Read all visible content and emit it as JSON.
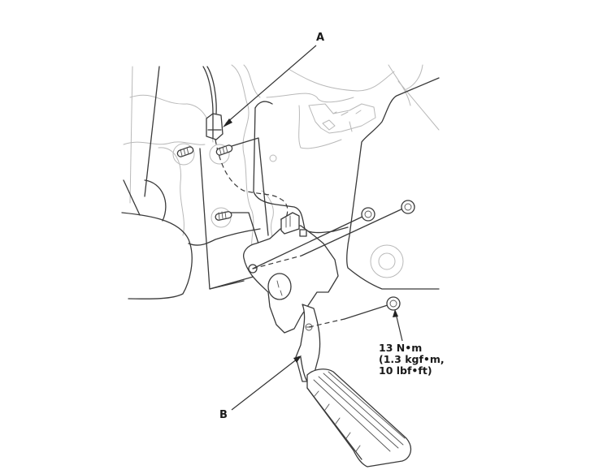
{
  "diagram": {
    "subject": "Accelerator pedal assembly installation",
    "callouts": [
      {
        "id": "A",
        "label": "A",
        "target": "connector"
      },
      {
        "id": "B",
        "label": "B",
        "target": "accelerator-pedal"
      }
    ],
    "torque_spec": {
      "line1": "13 N•m",
      "line2": "(1.3 kgf•m,",
      "line3": "10 lbf•ft)"
    },
    "colors": {
      "foreground_line": "#3a3a3a",
      "background_line": "#b9b9b9",
      "label_text": "#1a1a1a",
      "background": "#ffffff"
    }
  }
}
